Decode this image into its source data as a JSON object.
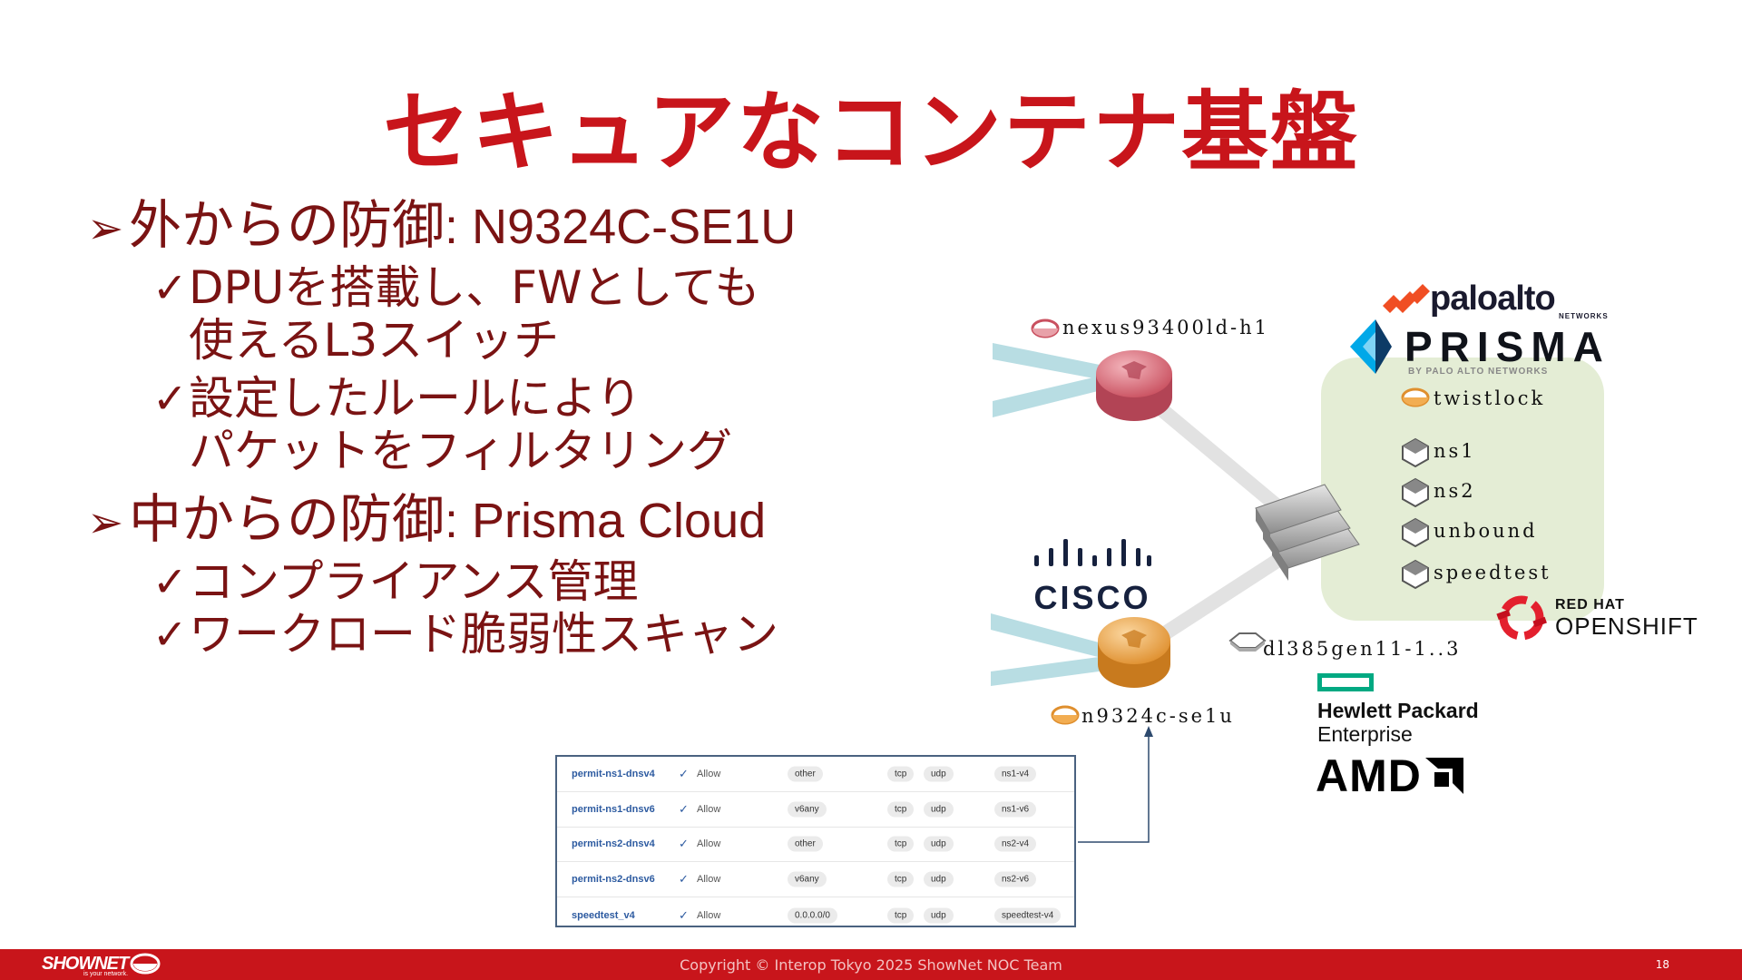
{
  "slide": {
    "title": "セキュアなコンテナ基盤",
    "bullets": [
      {
        "heading": "外からの防御",
        "product": ": N9324C-SE1U",
        "subs": [
          [
            "DPUを搭載し、FWとしても",
            "使えるL3スイッチ"
          ],
          [
            "設定したルールにより",
            "パケットをフィルタリング"
          ]
        ]
      },
      {
        "heading": "中からの防御",
        "product": ": Prisma Cloud",
        "subs": [
          [
            "コンプライアンス管理"
          ],
          [
            "ワークロード脆弱性スキャン"
          ]
        ]
      }
    ]
  },
  "diagram": {
    "nodes": {
      "nexus": "nexus93400ld-h1",
      "n9324": "n9324c-se1u",
      "dl385": "dl385gen11-1..3",
      "twistlock": "twistlock",
      "ns1": "ns1",
      "ns2": "ns2",
      "unbound": "unbound",
      "speedtest": "speedtest"
    },
    "logos": {
      "paloalto": "paloalto",
      "paloalto_sub": "NETWORKS",
      "prisma": "PRISMA",
      "prisma_sub": "BY PALO ALTO NETWORKS",
      "cisco": "CISCO",
      "redhat_1": "RED HAT",
      "redhat_2": "OPENSHIFT",
      "hpe_1": "Hewlett Packard",
      "hpe_2": "Enterprise",
      "amd": "AMD"
    },
    "colors": {
      "cluster_bg": "#e4edd5",
      "router_red": "#d9707c",
      "router_orange": "#f2ad52",
      "link_cyan": "#b8dde3"
    }
  },
  "rules": [
    {
      "name": "permit-ns1-dnsv4",
      "action": "Allow",
      "app": "other",
      "proto1": "tcp",
      "proto2": "udp",
      "dst": "ns1-v4"
    },
    {
      "name": "permit-ns1-dnsv6",
      "action": "Allow",
      "app": "v6any",
      "proto1": "tcp",
      "proto2": "udp",
      "dst": "ns1-v6"
    },
    {
      "name": "permit-ns2-dnsv4",
      "action": "Allow",
      "app": "other",
      "proto1": "tcp",
      "proto2": "udp",
      "dst": "ns2-v4"
    },
    {
      "name": "permit-ns2-dnsv6",
      "action": "Allow",
      "app": "v6any",
      "proto1": "tcp",
      "proto2": "udp",
      "dst": "ns2-v6"
    },
    {
      "name": "speedtest_v4",
      "action": "Allow",
      "app": "0.0.0.0/0",
      "proto1": "tcp",
      "proto2": "udp",
      "dst": "speedtest-v4"
    }
  ],
  "footer": {
    "logo": "SHOWNET",
    "tagline": "is your network.",
    "copyright": "Copyright © Interop Tokyo 2025 ShowNet NOC Team",
    "page": "18"
  }
}
